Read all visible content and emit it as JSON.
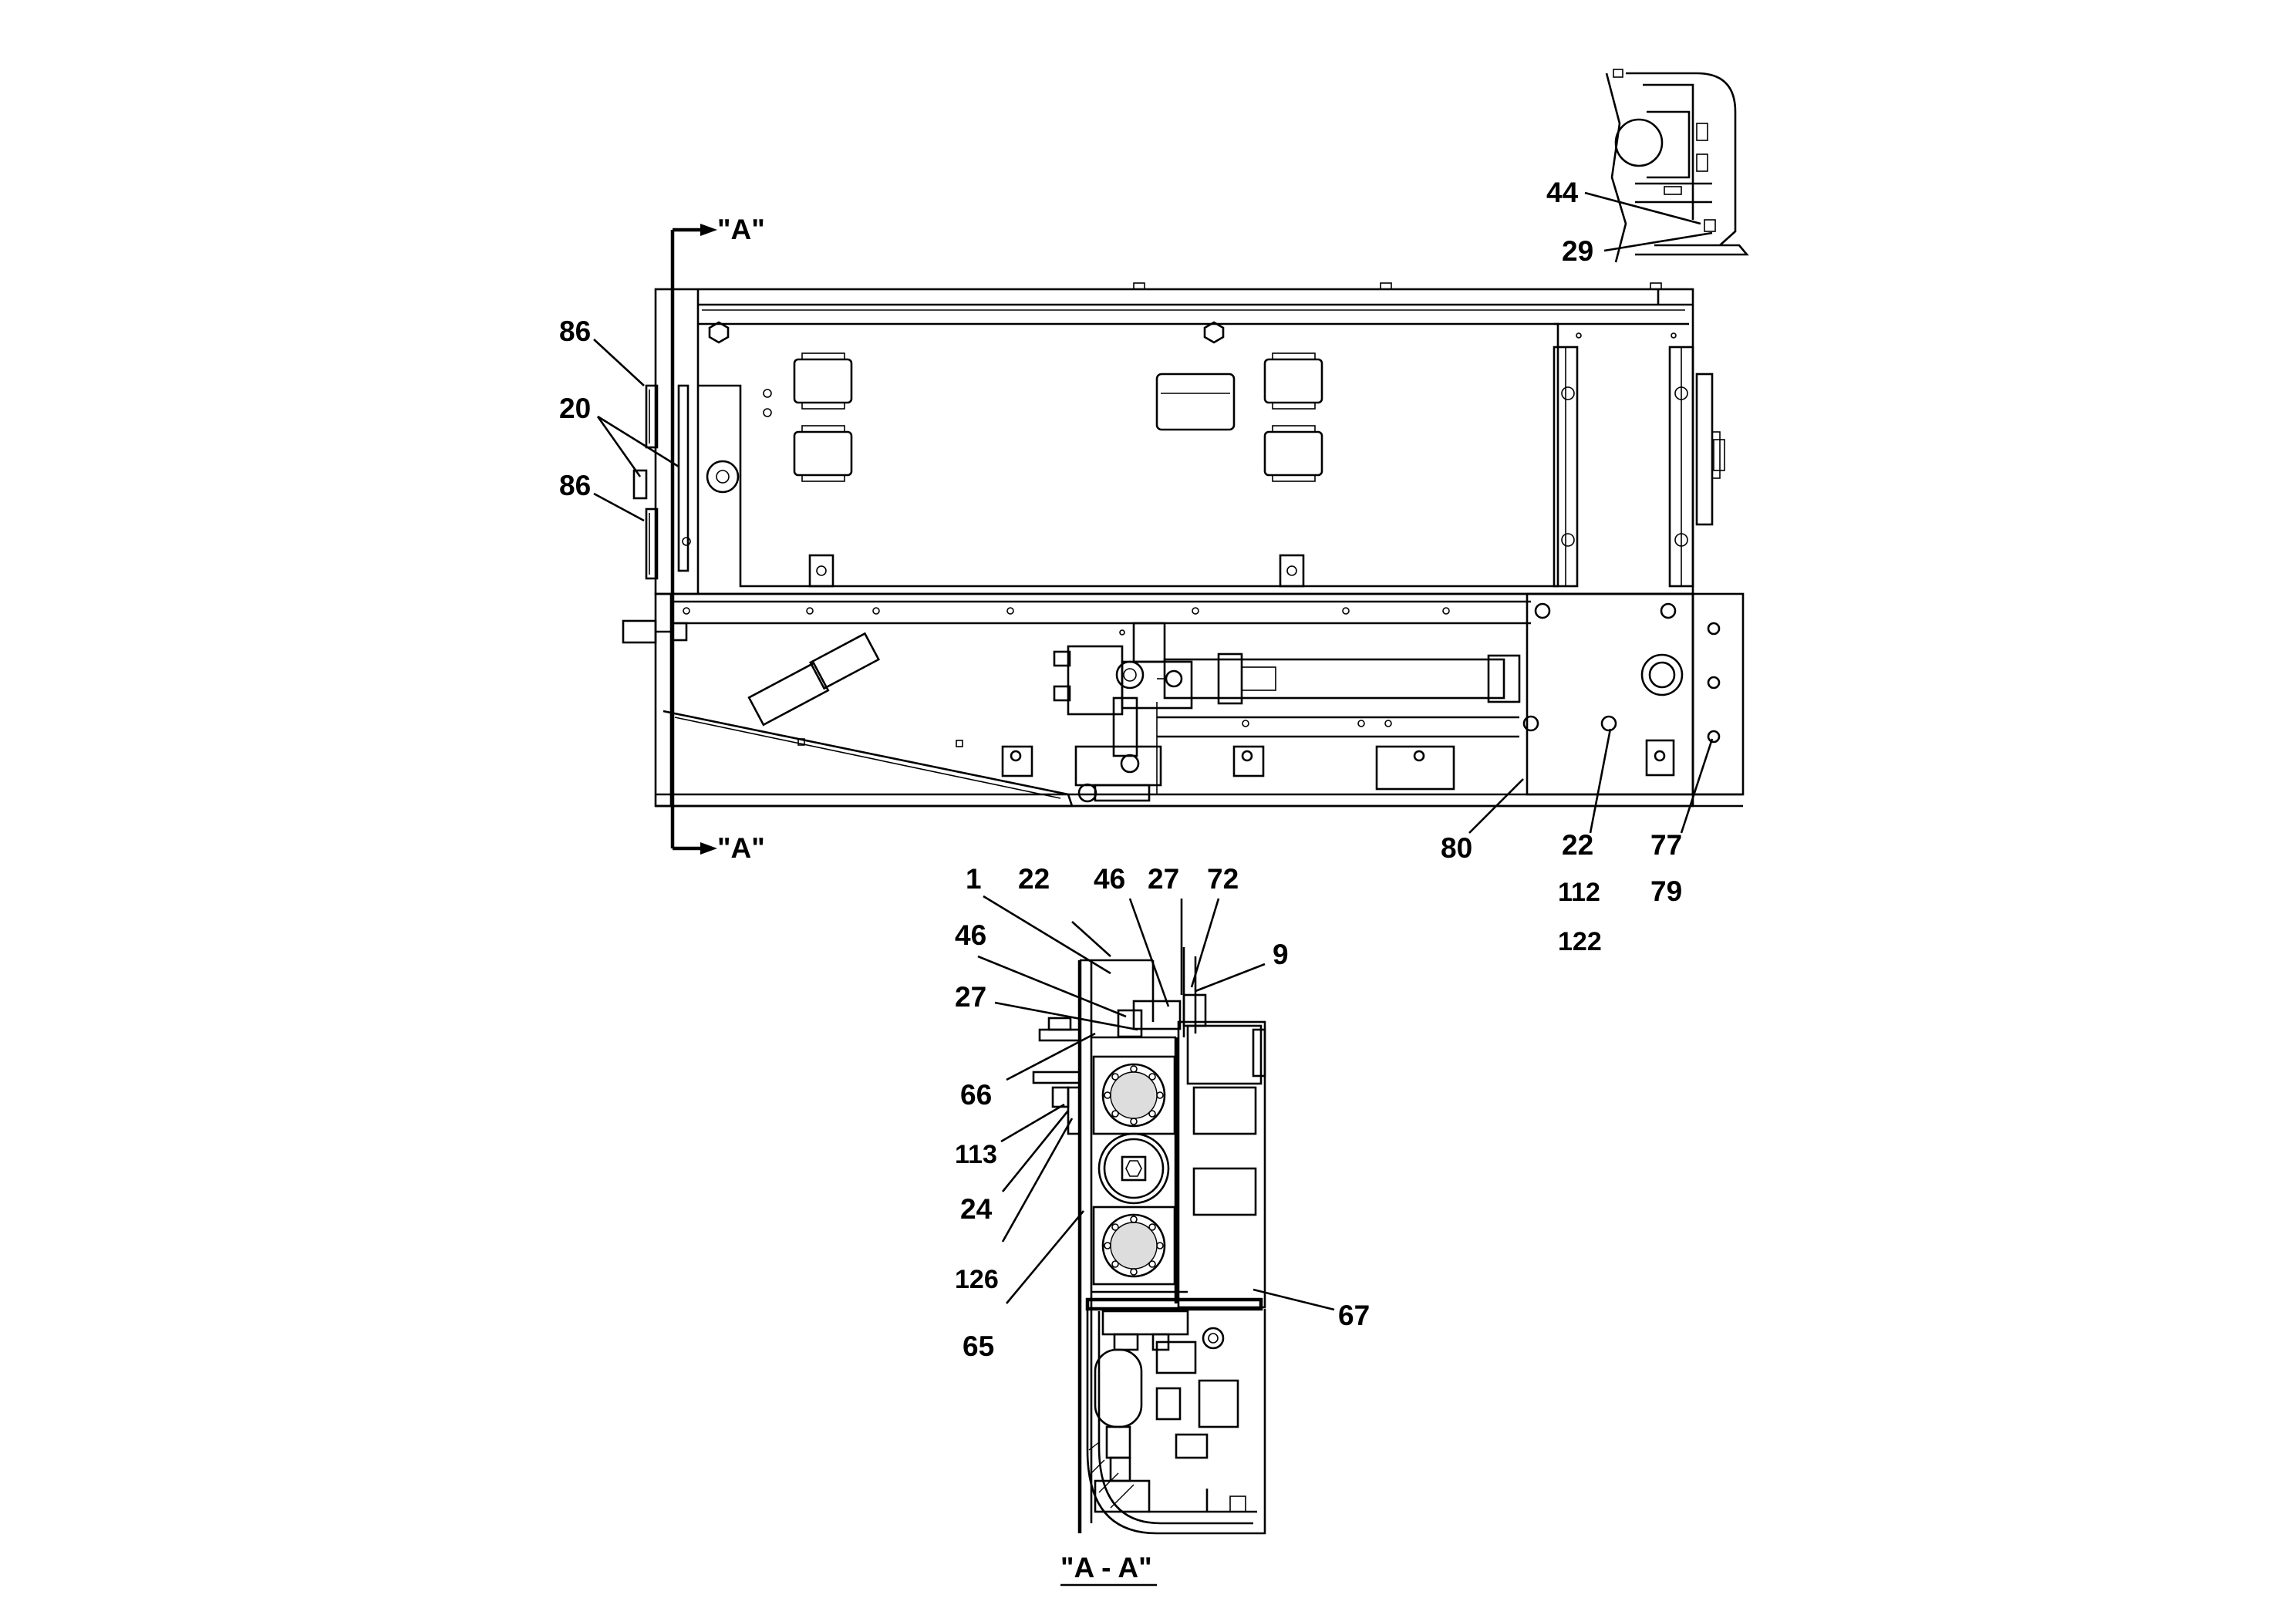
{
  "section_markers": {
    "top": "\"A\"",
    "bottom": "\"A\"",
    "section_title": "\"A - A\""
  },
  "callouts": {
    "c44": "44",
    "c29": "29",
    "c86a": "86",
    "c20": "20",
    "c86b": "86",
    "c80": "80",
    "c22a": "22",
    "c112": "112",
    "c122": "122",
    "c77": "77",
    "c79": "79",
    "c1": "1",
    "c22b": "22",
    "c46a": "46",
    "c27a": "27",
    "c72": "72",
    "c9": "9",
    "c46b": "46",
    "c27b": "27",
    "c66": "66",
    "c113": "113",
    "c24": "24",
    "c126": "126",
    "c65": "65",
    "c67": "67"
  }
}
